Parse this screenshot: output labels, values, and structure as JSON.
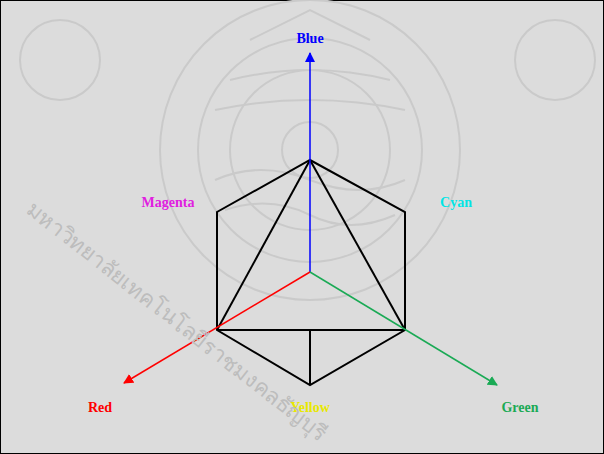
{
  "diagram": {
    "labels": [
      "Blue",
      "Magenta",
      "Cyan",
      "Red",
      "Yellow",
      "Green",
      "มหาวิทยาลัยเทคโนโลยีราชมงคลธัญบุรี"
    ]
  }
}
